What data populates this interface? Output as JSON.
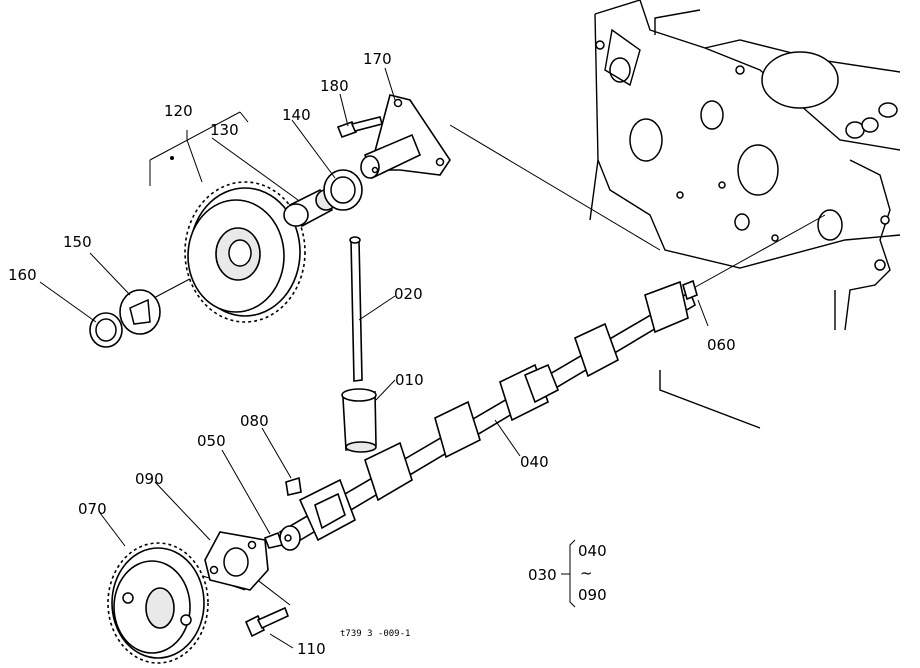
{
  "callouts": {
    "p120": "120",
    "p130": "130",
    "p140": "140",
    "p150": "150",
    "p160": "160",
    "p170": "170",
    "p180": "180",
    "p020": "020",
    "p010": "010",
    "p060": "060",
    "p040": "040",
    "p080": "080",
    "p050": "050",
    "p090": "090",
    "p070": "070",
    "p110": "110"
  },
  "group_bracket": {
    "parent": "030",
    "top": "040",
    "tilde": "~",
    "bottom": "090"
  },
  "drawing_code": "t739 3 -009-1"
}
